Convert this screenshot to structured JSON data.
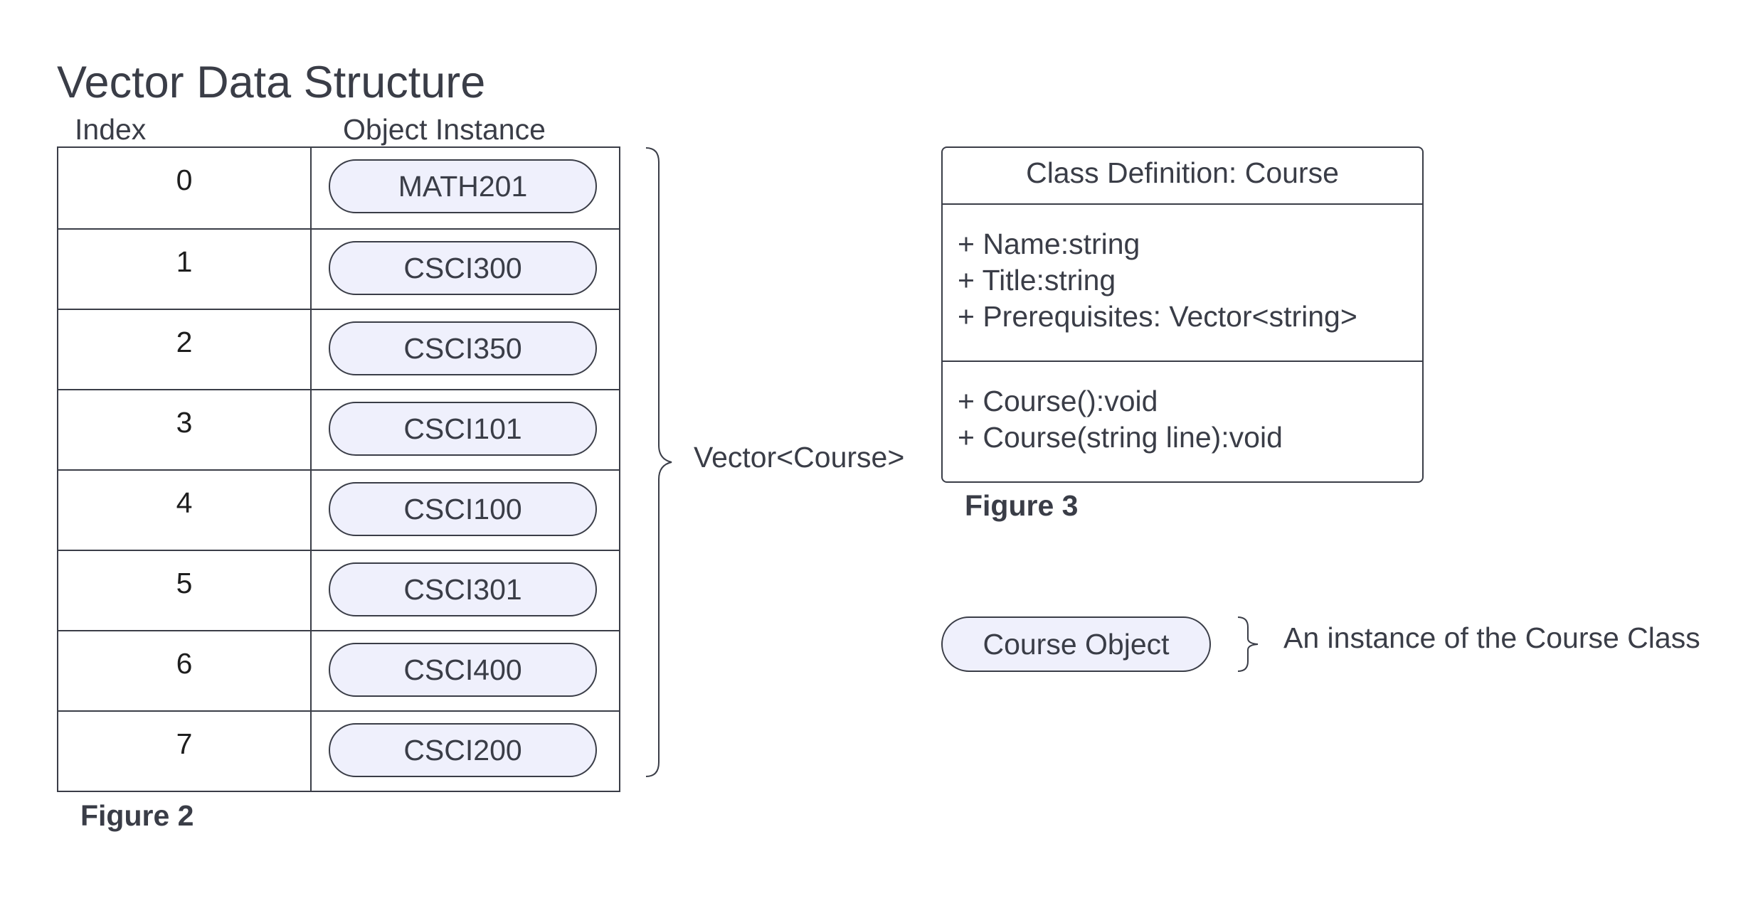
{
  "title": "Vector Data Structure",
  "columns": {
    "index": "Index",
    "object": "Object Instance"
  },
  "rows": [
    {
      "index": "0",
      "course": "MATH201"
    },
    {
      "index": "1",
      "course": "CSCI300"
    },
    {
      "index": "2",
      "course": "CSCI350"
    },
    {
      "index": "3",
      "course": "CSCI101"
    },
    {
      "index": "4",
      "course": "CSCI100"
    },
    {
      "index": "5",
      "course": "CSCI301"
    },
    {
      "index": "6",
      "course": "CSCI400"
    },
    {
      "index": "7",
      "course": "CSCI200"
    }
  ],
  "figure2_label": "Figure 2",
  "vector_label": "Vector<Course>",
  "class_def": {
    "header": "Class Definition: Course",
    "attributes": [
      "+ Name:string",
      "+ Title:string",
      "+ Prerequisites: Vector<string>"
    ],
    "methods": [
      "+ Course():void",
      "+ Course(string line):void"
    ]
  },
  "figure3_label": "Figure 3",
  "legend": {
    "object_label": "Course Object",
    "description": "An instance of the Course Class"
  },
  "colors": {
    "text": "#3a3d47",
    "pill_fill": "#eff0fc",
    "border": "#3a3d47"
  }
}
